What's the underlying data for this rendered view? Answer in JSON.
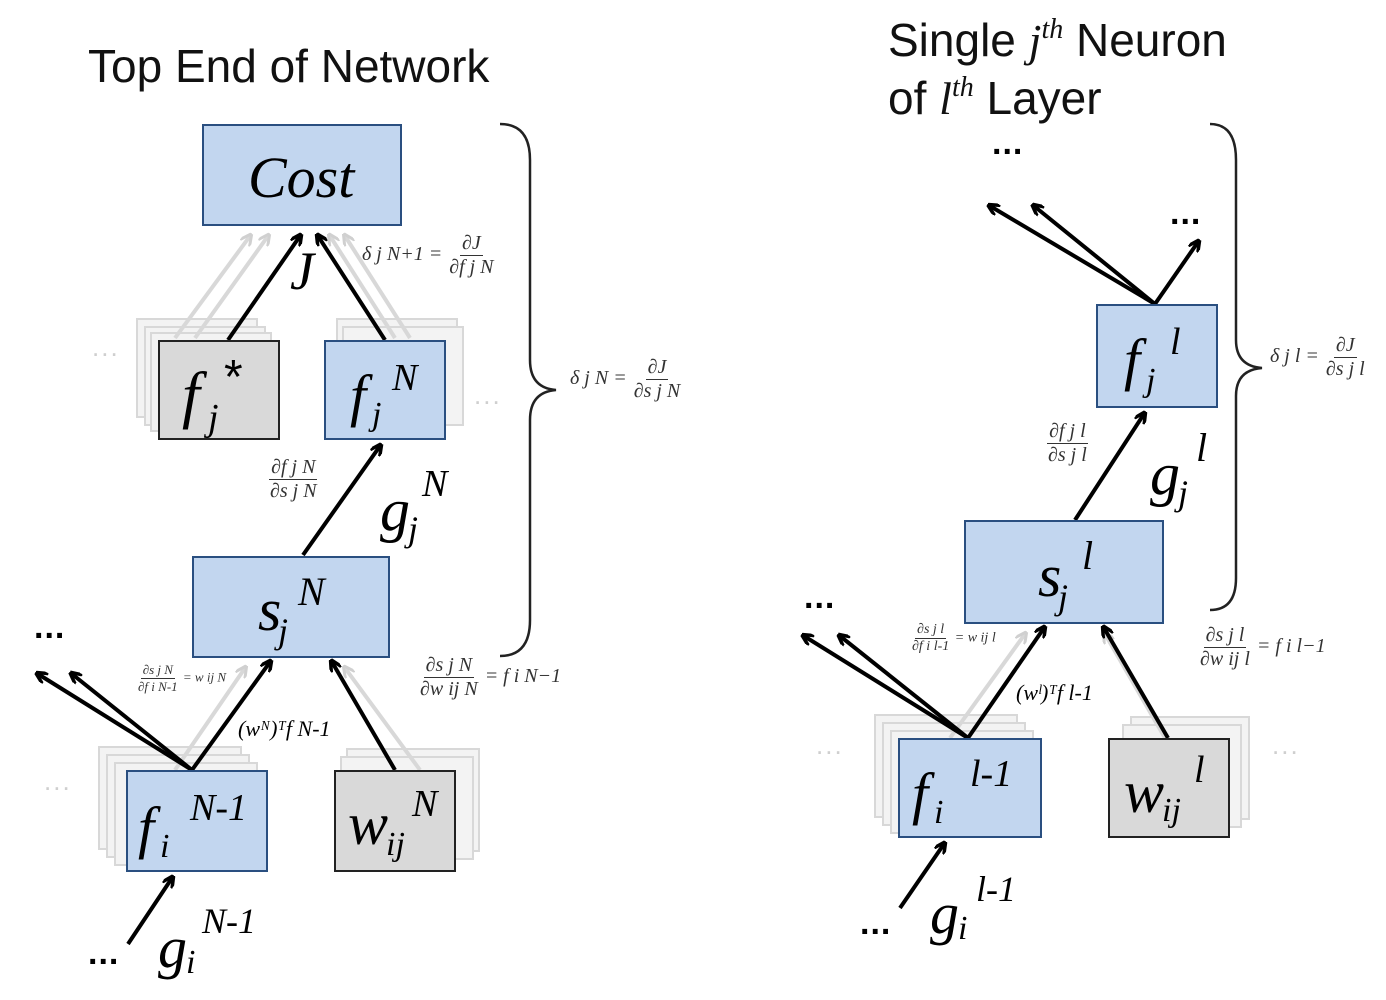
{
  "left": {
    "title": "Top End of Network",
    "cost": "Cost",
    "fstar": {
      "main": "f",
      "sub": "j",
      "sup": "*"
    },
    "fjN": {
      "main": "f",
      "sub": "j",
      "sup": "N"
    },
    "sjN": {
      "main": "s",
      "sub": "j",
      "sup": "N"
    },
    "fiN1": {
      "main": "f",
      "sub": "i",
      "sup": "N-1"
    },
    "wijN": {
      "main": "w",
      "sub": "ij",
      "sup": "N"
    },
    "J_label": "J",
    "g_jN": {
      "main": "g",
      "sub": "j",
      "sup": "N"
    },
    "g_iN1": {
      "main": "g",
      "sub": "i",
      "sup": "N-1"
    },
    "wTf": "(wᴺ)ᵀf N-1",
    "delta_N1": {
      "lhs": "δ j N+1 =",
      "num": "∂J",
      "den": "∂f j N"
    },
    "delta_N": {
      "lhs": "δ j N =",
      "num": "∂J",
      "den": "∂s j N"
    },
    "dfds": {
      "num": "∂f j N",
      "den": "∂s j N"
    },
    "dsdf": {
      "num": "∂s j N",
      "den": "∂f i N-1",
      "rhs": "= w ij N"
    },
    "dsdw": {
      "num": "∂s j N",
      "den": "∂w ij N",
      "rhs": "= f i N−1"
    },
    "dots": "...",
    "fade_dots": "..."
  },
  "right": {
    "title_line1_a": "Single ",
    "title_line1_j": "j",
    "title_line1_sup": "th",
    "title_line1_b": " Neuron",
    "title_line2_a": "of ",
    "title_line2_l": "l",
    "title_line2_sup": "th",
    "title_line2_b": " Layer",
    "fjl": {
      "main": "f",
      "sub": "j",
      "sup": "l"
    },
    "sjl": {
      "main": "s",
      "sub": "j",
      "sup": "l"
    },
    "fil1": {
      "main": "f",
      "sub": "i",
      "sup": "l-1"
    },
    "wijl": {
      "main": "w",
      "sub": "ij",
      "sup": "l"
    },
    "g_jl": {
      "main": "g",
      "sub": "j",
      "sup": "l"
    },
    "g_il1": {
      "main": "g",
      "sub": "i",
      "sup": "l-1"
    },
    "wTf": "(wˡ)ᵀf l-1",
    "delta_l": {
      "lhs": "δ j l =",
      "num": "∂J",
      "den": "∂s j l"
    },
    "dfds": {
      "num": "∂f j l",
      "den": "∂s j l"
    },
    "dsdf": {
      "num": "∂s j l",
      "den": "∂f i l-1",
      "rhs": "= w ij l"
    },
    "dsdw": {
      "num": "∂s j l",
      "den": "∂w ij l",
      "rhs": "= f i l−1"
    },
    "dots": "...",
    "fade_dots": "..."
  },
  "colors": {
    "node_fill": "#c2d6ef",
    "node_border": "#2a4f80",
    "gray_fill": "#d9d9d9",
    "arrow": "#000000",
    "faded": "#d0d0d0"
  }
}
